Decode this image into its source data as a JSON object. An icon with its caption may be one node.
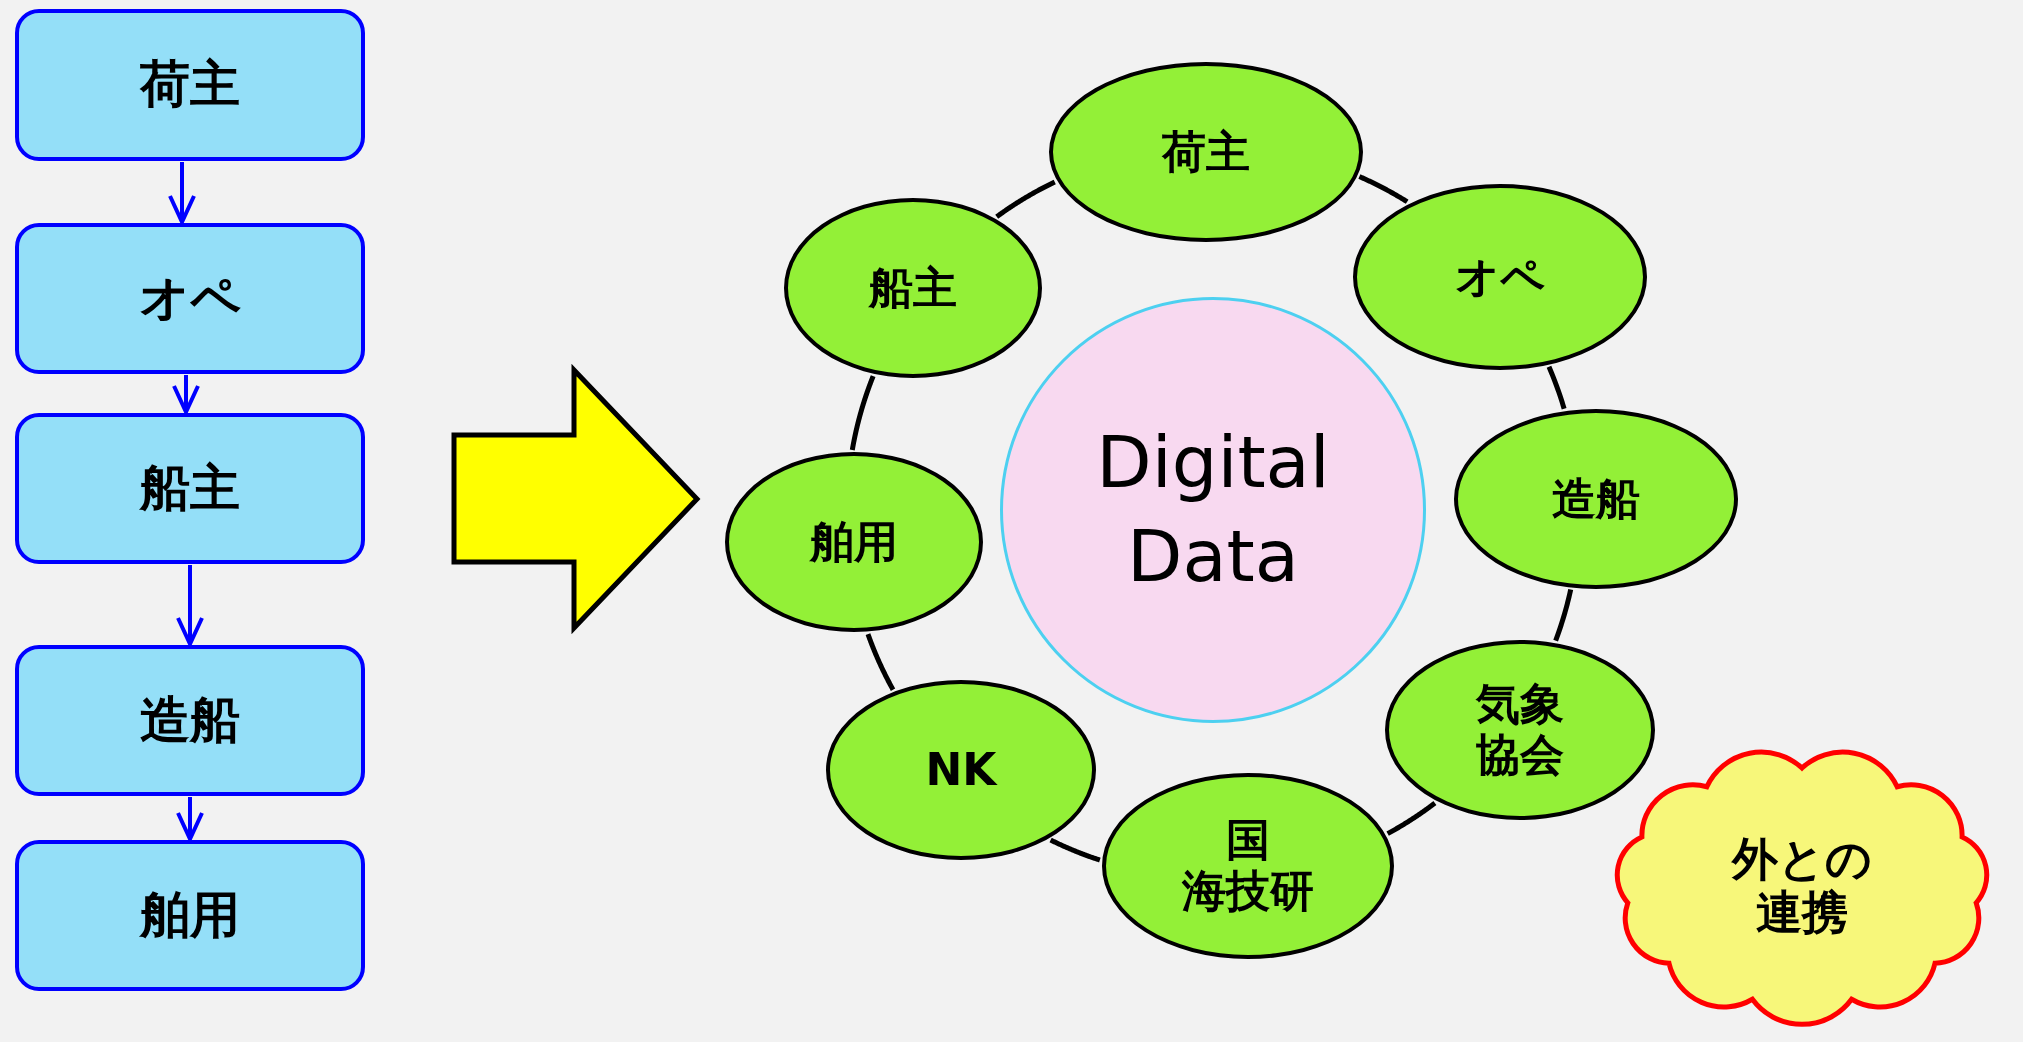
{
  "diagram": {
    "nodes": [
      {
        "text": [
          "荷主"
        ]
      },
      {
        "text": [
          "オペ"
        ]
      },
      {
        "text": [
          "船主"
        ]
      },
      {
        "text": [
          "造船"
        ]
      },
      {
        "text": [
          "舶用"
        ]
      },
      {
        "text": [
          "荷主"
        ]
      },
      {
        "text": [
          "船主"
        ]
      },
      {
        "text": [
          "オペ"
        ]
      },
      {
        "text": [
          "舶用"
        ]
      },
      {
        "text": [
          "Digital Data"
        ]
      },
      {
        "text": [
          "造船"
        ]
      },
      {
        "text": [
          "NK"
        ]
      },
      {
        "text": [
          "気象協会"
        ]
      },
      {
        "text": [
          "国海技研"
        ]
      },
      {
        "text": [
          "外との連携"
        ]
      }
    ],
    "edges": [
      {
        "from": 0,
        "to": 1,
        "arrow": "to",
        "color": "#0000ff"
      },
      {
        "from": 1,
        "to": 2,
        "arrow": "to",
        "color": "#0000ff"
      },
      {
        "from": 2,
        "to": 3,
        "arrow": "to",
        "color": "#0000ff"
      },
      {
        "from": 3,
        "to": 4,
        "arrow": "to",
        "color": "#0000ff"
      },
      {
        "from": 5,
        "to": 7,
        "arrow": "none"
      },
      {
        "from": 7,
        "to": 10,
        "arrow": "none"
      },
      {
        "from": 10,
        "to": 12,
        "arrow": "none"
      },
      {
        "from": 12,
        "to": 13,
        "arrow": "none"
      },
      {
        "from": 13,
        "to": 11,
        "arrow": "none"
      },
      {
        "from": 11,
        "to": 8,
        "arrow": "none"
      },
      {
        "from": 8,
        "to": 6,
        "arrow": "none"
      },
      {
        "from": 6,
        "to": 5,
        "arrow": "none"
      }
    ]
  }
}
